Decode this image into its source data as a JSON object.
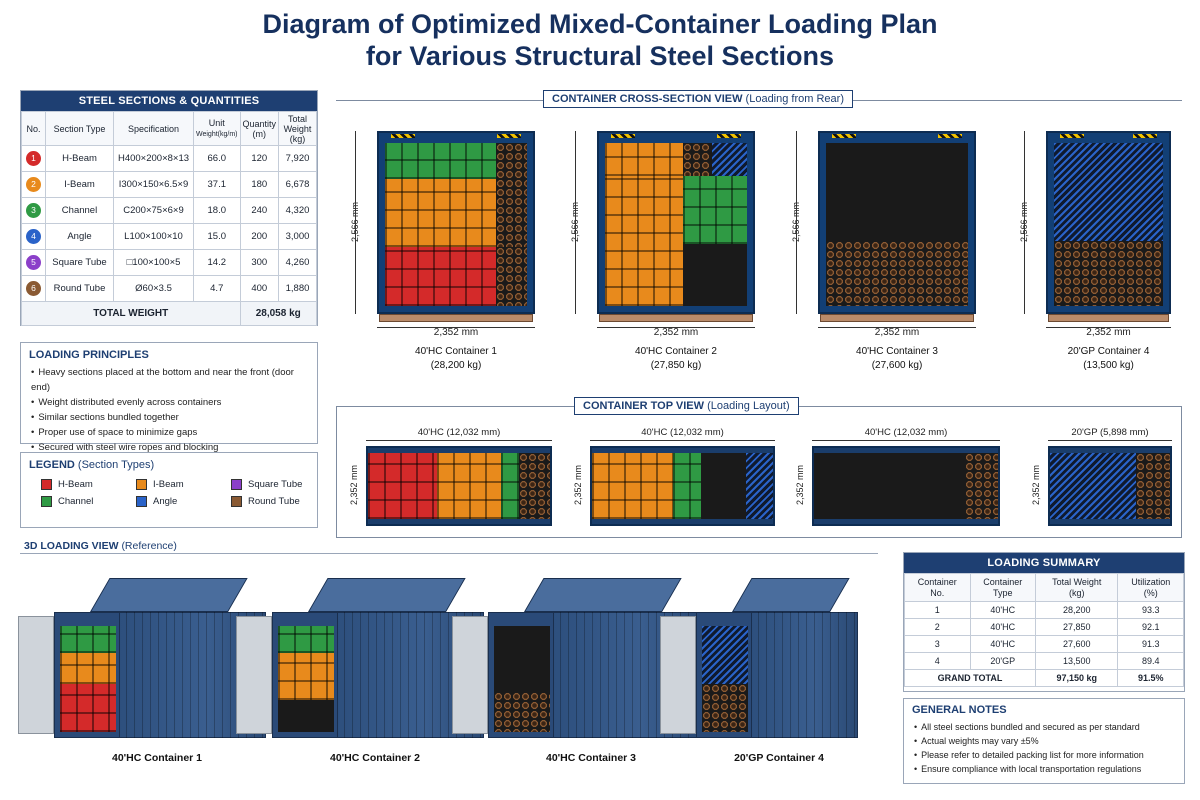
{
  "title_line1": "Diagram of Optimized Mixed-Container Loading Plan",
  "title_line2": "for Various Structural Steel Sections",
  "sections_panel": {
    "heading": "STEEL SECTIONS & QUANTITIES",
    "headers": [
      "No.",
      "Section Type",
      "Specification",
      "Unit",
      "Weight(kg/m)",
      "Quantity",
      "(m)",
      "Total Weight",
      "(kg)"
    ],
    "rows": [
      {
        "no": "1",
        "type": "H-Beam",
        "spec": "H400×200×8×13",
        "unit": "66.0",
        "qty": "120",
        "total": "7,920",
        "color": "#d42a2a"
      },
      {
        "no": "2",
        "type": "I-Beam",
        "spec": "I300×150×6.5×9",
        "unit": "37.1",
        "qty": "180",
        "total": "6,678",
        "color": "#e88a1c"
      },
      {
        "no": "3",
        "type": "Channel",
        "spec": "C200×75×6×9",
        "unit": "18.0",
        "qty": "240",
        "total": "4,320",
        "color": "#2f9a44"
      },
      {
        "no": "4",
        "type": "Angle",
        "spec": "L100×100×10",
        "unit": "15.0",
        "qty": "200",
        "total": "3,000",
        "color": "#2a63c9"
      },
      {
        "no": "5",
        "type": "Square Tube",
        "spec": "□100×100×5",
        "unit": "14.2",
        "qty": "300",
        "total": "4,260",
        "color": "#8b3fc9"
      },
      {
        "no": "6",
        "type": "Round Tube",
        "spec": "Ø60×3.5",
        "unit": "4.7",
        "qty": "400",
        "total": "1,880",
        "color": "#8a5a33"
      }
    ],
    "total_label": "TOTAL WEIGHT",
    "total_value": "28,058 kg"
  },
  "principles": {
    "heading": "LOADING PRINCIPLES",
    "items": [
      "Heavy sections placed at the bottom and near the front (door end)",
      "Weight distributed evenly across containers",
      "Similar sections bundled together",
      "Proper use of space to minimize gaps",
      "Secured with steel wire ropes and blocking"
    ]
  },
  "legend": {
    "heading": "LEGEND",
    "heading_sub": "(Section Types)",
    "items": [
      {
        "label": "H-Beam",
        "color": "#d42a2a"
      },
      {
        "label": "I-Beam",
        "color": "#e88a1c"
      },
      {
        "label": "Square Tube",
        "color": "#8b3fc9"
      },
      {
        "label": "Channel",
        "color": "#2f9a44"
      },
      {
        "label": "Angle",
        "color": "#2a63c9"
      },
      {
        "label": "Round Tube",
        "color": "#8a5a33"
      }
    ]
  },
  "cross_section": {
    "heading": "CONTAINER CROSS-SECTION VIEW",
    "heading_sub": "(Loading from Rear)",
    "height_dim": "2,566 mm",
    "width_dim": "2,352 mm",
    "containers": [
      {
        "name": "40'HC Container 1",
        "weight": "(28,200 kg)"
      },
      {
        "name": "40'HC Container 2",
        "weight": "(27,850 kg)"
      },
      {
        "name": "40'HC Container 3",
        "weight": "(27,600 kg)"
      },
      {
        "name": "20'GP Container 4",
        "weight": "(13,500 kg)"
      }
    ]
  },
  "top_view": {
    "heading": "CONTAINER TOP VIEW",
    "heading_sub": "(Loading Layout)",
    "width_dim": "2,352 mm",
    "lengths": [
      "40'HC (12,032 mm)",
      "40'HC (12,032 mm)",
      "40'HC (12,032 mm)",
      "20'GP (5,898 mm)"
    ]
  },
  "view3d": {
    "heading": "3D LOADING VIEW",
    "heading_sub": "(Reference)",
    "captions": [
      "40'HC Container 1",
      "40'HC Container 2",
      "40'HC Container 3",
      "20'GP Container 4"
    ]
  },
  "summary": {
    "heading": "LOADING SUMMARY",
    "headers": [
      "Container",
      "No.",
      "Container",
      "Type",
      "Total Weight",
      "(kg)",
      "Utilization",
      "(%)"
    ],
    "rows": [
      {
        "no": "1",
        "type": "40'HC",
        "weight": "28,200",
        "util": "93.3"
      },
      {
        "no": "2",
        "type": "40'HC",
        "weight": "27,850",
        "util": "92.1"
      },
      {
        "no": "3",
        "type": "40'HC",
        "weight": "27,600",
        "util": "91.3"
      },
      {
        "no": "4",
        "type": "20'GP",
        "weight": "13,500",
        "util": "89.4"
      }
    ],
    "total_label": "GRAND TOTAL",
    "total_weight": "97,150 kg",
    "total_util": "91.5%"
  },
  "notes": {
    "heading": "GENERAL NOTES",
    "items": [
      "All steel sections bundled and secured as per standard",
      "Actual weights may vary ±5%",
      "Please refer to detailed packing list for more information",
      "Ensure compliance with local transportation regulations"
    ]
  }
}
